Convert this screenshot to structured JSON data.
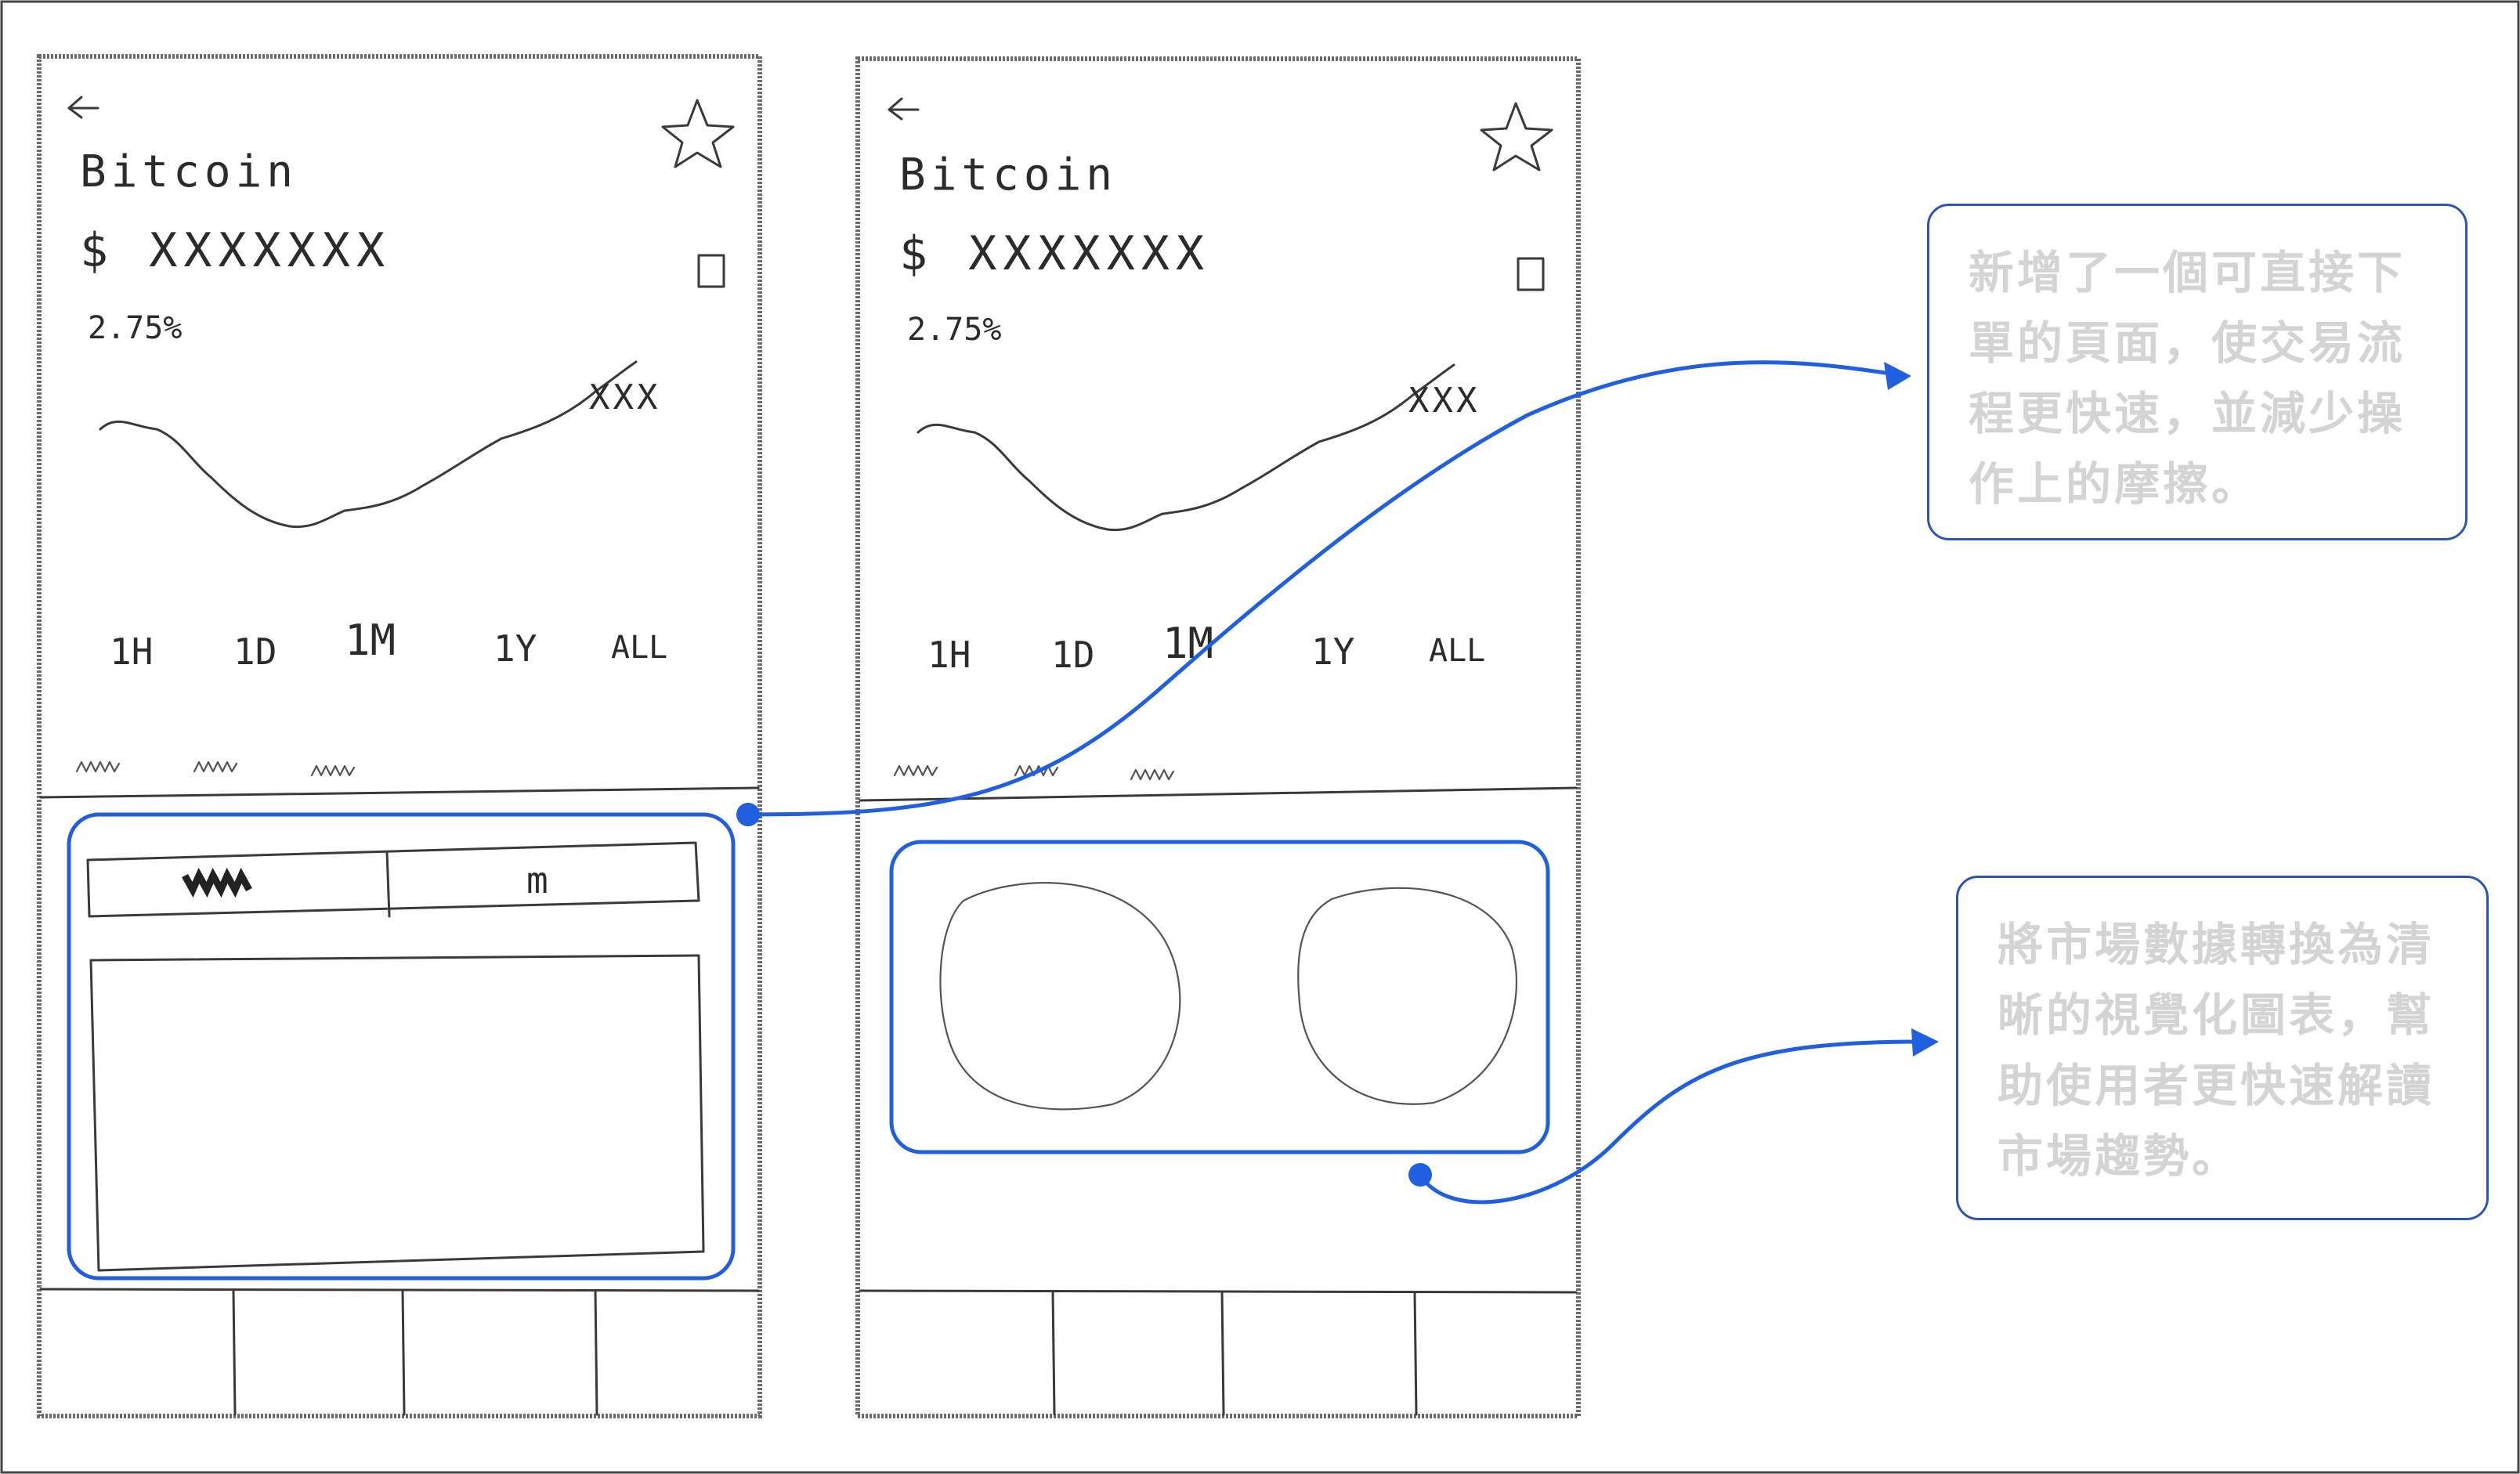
{
  "mockups": [
    {
      "coin_name": "Bitcoin",
      "price": "$ XXXXXXX",
      "change": "2.75%",
      "peak_label": "XXX",
      "timeframes": [
        "1H",
        "1D",
        "1M",
        "1Y",
        "ALL"
      ],
      "tab_label": "m"
    },
    {
      "coin_name": "Bitcoin",
      "price": "$ XXXXXXX",
      "change": "2.75%",
      "peak_label": "XXX",
      "timeframes": [
        "1H",
        "1D",
        "1M",
        "1Y",
        "ALL"
      ]
    }
  ],
  "annotations": [
    {
      "text": "新增了一個可直接下單的頁面，使交易流程更快速，並減少操作上的摩擦。"
    },
    {
      "text": "將市場數據轉換為清晰的視覺化圖表，幫助使用者更快速解讀市場趨勢。"
    }
  ],
  "colors": {
    "accent": "#1f5fe0",
    "sketch": "#3a3a3a",
    "callout_text": "#d4d4d4"
  }
}
